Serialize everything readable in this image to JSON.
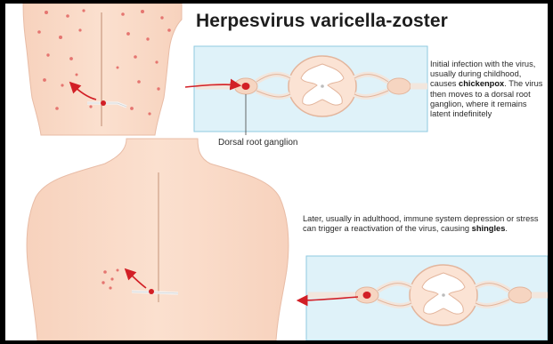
{
  "title": "Herpesvirus varicella-zoster",
  "caption1": {
    "before": "Initial infection with the virus, usually during childhood, causes ",
    "bold": "chickenpox",
    "after": ". The virus then moves to a dorsal root ganglion, where it remains latent indefinitely"
  },
  "caption2": {
    "before": "Later, usually in adulthood, immune system depression or stress can trigger a reactivation of the virus, causing ",
    "bold": "shingles",
    "after": "."
  },
  "label_ganglion": "Dorsal root ganglion",
  "colors": {
    "frame": "#000000",
    "skin": "#f9d9c6",
    "skin_outline": "#e8bca6",
    "panel": "#dff2f9",
    "panel_border": "#8fc9e0",
    "cord_fill": "#fbe3d4",
    "cord_outline": "#e3b59c",
    "virus_red": "#d21f26",
    "rash_red": "#e57570",
    "nerve_white": "#f2f2f2"
  }
}
